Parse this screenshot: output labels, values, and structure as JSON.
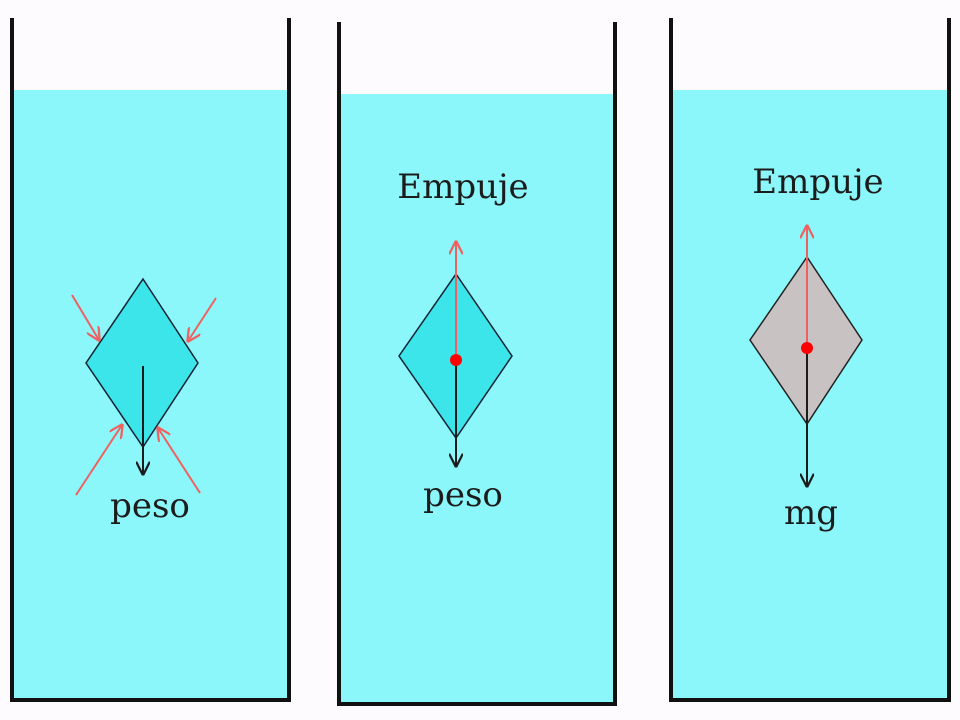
{
  "colors": {
    "background": "#fdfbfd",
    "water": "#8bf7fa",
    "body_fluid": "#3ce5ea",
    "body_solid": "#c8c2c2",
    "arrow_red": "#f06060",
    "arrow_black": "#1c1c1c",
    "center_dot": "#ff0000"
  },
  "panels": [
    {
      "label_top": "",
      "label_bottom": "peso"
    },
    {
      "label_top": "Empuje",
      "label_bottom": "peso"
    },
    {
      "label_top": "Empuje",
      "label_bottom": "mg"
    }
  ]
}
